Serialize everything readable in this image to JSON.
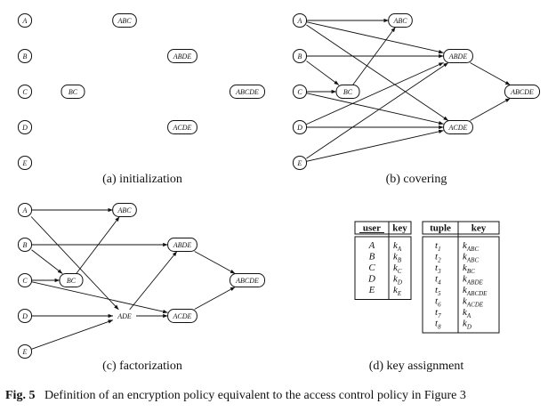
{
  "panels": {
    "a": {
      "caption": "(a) initialization",
      "nodes": [
        "A",
        "B",
        "C",
        "D",
        "E",
        "ABC",
        "BC",
        "ABDE",
        "ABCDE",
        "ACDE"
      ]
    },
    "b": {
      "caption": "(b) covering",
      "nodes": [
        "A",
        "B",
        "C",
        "D",
        "E",
        "ABC",
        "BC",
        "ABDE",
        "ABCDE",
        "ACDE"
      ]
    },
    "c": {
      "caption": "(c) factorization",
      "nodes": [
        "A",
        "B",
        "C",
        "D",
        "E",
        "ABC",
        "BC",
        "ABDE",
        "ABCDE",
        "ACDE",
        "ADE"
      ]
    },
    "d": {
      "caption": "(d) key assignment",
      "user_table": {
        "headers": [
          "user",
          "key"
        ],
        "rows": [
          [
            "A",
            "k_A"
          ],
          [
            "B",
            "k_B"
          ],
          [
            "C",
            "k_C"
          ],
          [
            "D",
            "k_D"
          ],
          [
            "E",
            "k_E"
          ]
        ]
      },
      "tuple_table": {
        "headers": [
          "tuple",
          "key"
        ],
        "rows": [
          [
            "t_1",
            "k_ABC"
          ],
          [
            "t_2",
            "k_ABC"
          ],
          [
            "t_3",
            "k_BC"
          ],
          [
            "t_4",
            "k_ABDE"
          ],
          [
            "t_5",
            "k_ABCDE"
          ],
          [
            "t_6",
            "k_ACDE"
          ],
          [
            "t_7",
            "k_A"
          ],
          [
            "t_8",
            "k_D"
          ]
        ]
      }
    }
  },
  "figure_caption": {
    "label": "Fig. 5",
    "text": "Definition of an encryption policy equivalent to the access control policy in Figure 3"
  }
}
